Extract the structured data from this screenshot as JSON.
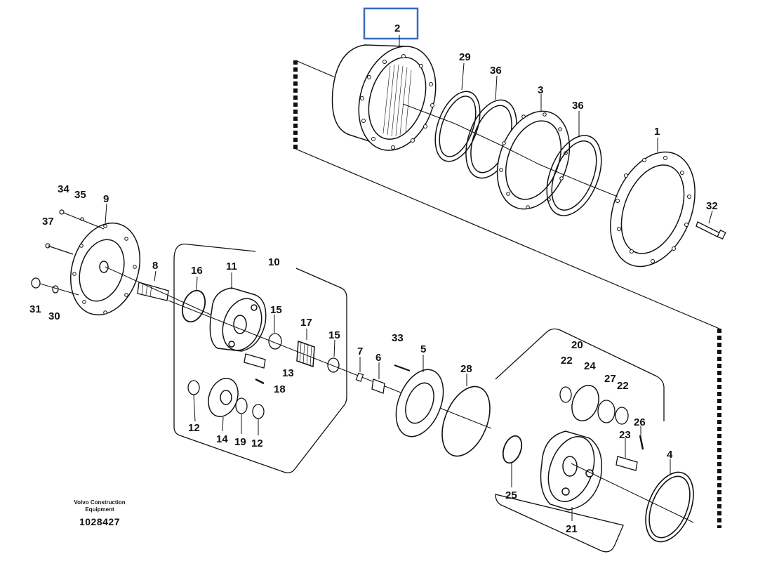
{
  "diagram": {
    "highlighted_part": "2",
    "caption": {
      "brand_line1": "Volvo Construction",
      "brand_line2": "Equipment",
      "drawing_number": "1028427"
    },
    "part_labels": {
      "p1": "1",
      "p2": "2",
      "p3": "3",
      "p4": "4",
      "p5": "5",
      "p6": "6",
      "p7": "7",
      "p8": "8",
      "p9": "9",
      "p10": "10",
      "p11": "11",
      "p12a": "12",
      "p12b": "12",
      "p13": "13",
      "p14": "14",
      "p15a": "15",
      "p15b": "15",
      "p16": "16",
      "p17": "17",
      "p18": "18",
      "p19": "19",
      "p20": "20",
      "p21": "21",
      "p22a": "22",
      "p22b": "22",
      "p23": "23",
      "p24": "24",
      "p25": "25",
      "p26": "26",
      "p27": "27",
      "p28": "28",
      "p29": "29",
      "p30": "30",
      "p31": "31",
      "p32": "32",
      "p33": "33",
      "p34": "34",
      "p35": "35",
      "p36a": "36",
      "p36b": "36",
      "p37": "37"
    }
  }
}
